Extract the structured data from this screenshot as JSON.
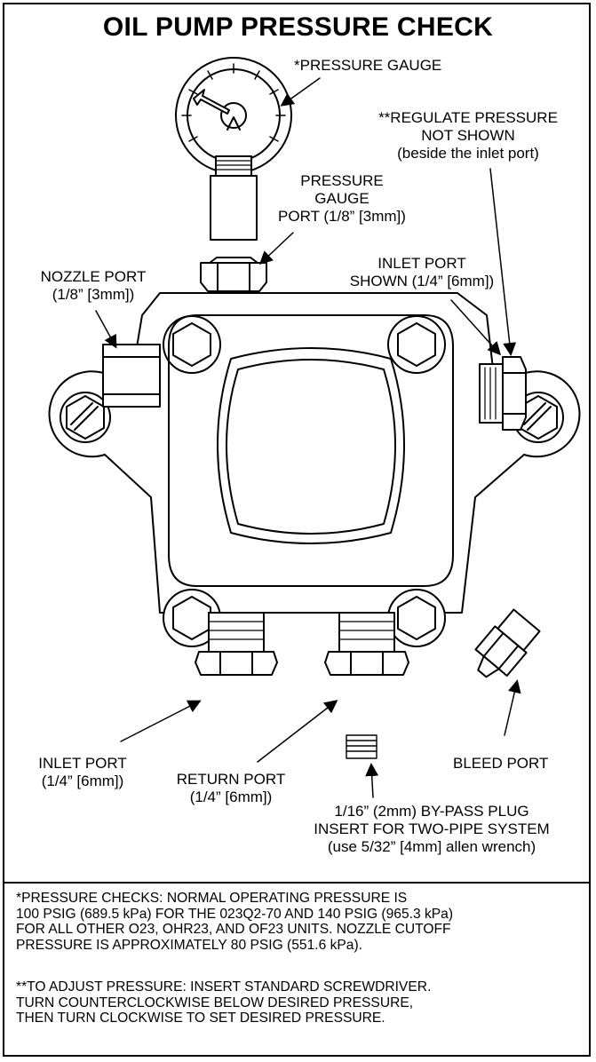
{
  "title": "OIL PUMP PRESSURE CHECK",
  "callouts": {
    "pressure_gauge": "*PRESSURE GAUGE",
    "regulate_pressure": [
      "**REGULATE PRESSURE",
      "NOT SHOWN",
      "(beside the inlet port)"
    ],
    "gauge_port": [
      "PRESSURE",
      "GAUGE",
      "PORT (1/8” [3mm])"
    ],
    "inlet_port_shown": [
      "INLET PORT",
      "SHOWN (1/4” [6mm])"
    ],
    "nozzle_port": [
      "NOZZLE PORT",
      "(1/8” [3mm])"
    ],
    "inlet_port_bottom": [
      "INLET PORT",
      "(1/4” [6mm])"
    ],
    "return_port": [
      "RETURN PORT",
      "(1/4” [6mm])"
    ],
    "bleed_port": "BLEED PORT",
    "bypass_plug": [
      "1/16” (2mm) BY-PASS PLUG",
      "INSERT FOR TWO-PIPE SYSTEM",
      "(use 5/32” [4mm] allen wrench)"
    ]
  },
  "notes": {
    "pressure_checks": [
      "*PRESSURE CHECKS: NORMAL OPERATING PRESSURE IS",
      "100 PSIG (689.5 kPa) FOR THE 023Q2-70 AND 140 PSIG (965.3 kPa)",
      "FOR ALL OTHER O23, OHR23, AND OF23 UNITS. NOZZLE CUTOFF",
      "PRESSURE IS APPROXIMATELY 80 PSIG (551.6 kPa)."
    ],
    "adjust_pressure": [
      "**TO ADJUST PRESSURE: INSERT STANDARD SCREWDRIVER.",
      "TURN COUNTERCLOCKWISE BELOW DESIRED PRESSURE,",
      "THEN TURN CLOCKWISE TO SET DESIRED PRESSURE."
    ]
  }
}
